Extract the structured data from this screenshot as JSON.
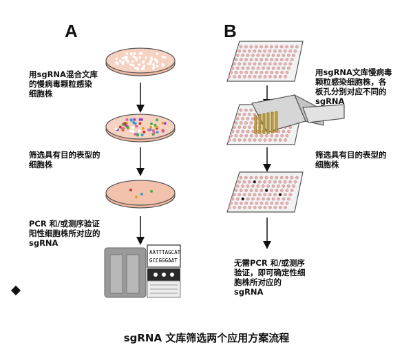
{
  "panels": {
    "a": {
      "label": "A",
      "steps": [
        "用sgRNA混合文库\n的慢病毒颗粒感染\n细胞株",
        "筛选具有目的表型的\n细胞株",
        "PCR 和/或测序验证\n阳性细胞株所对应的\nsgRNA"
      ],
      "sequence_lines": [
        "AATTTAGCAT",
        "GCCGGGAAT"
      ]
    },
    "b": {
      "label": "B",
      "steps": [
        "用sgRNA文库慢病毒\n颗粒感染细胞株，各\n板孔分别对应不同的\nsgRNA",
        "筛选具有目的表型的\n细胞株",
        "无需PCR 和/或测序\n验证，即可确定性细\n胞株所对应的\nsgRNA"
      ]
    }
  },
  "caption": "sgRNA 文库筛选两个应用方案流程",
  "colors": {
    "dish_fill": "#f0b8a0",
    "dish_inner": "#f6d2c2",
    "plate_fill": "#f2f2f2",
    "well_fill": "#e8b0b0",
    "sequencer_gray": "#9a9a9a",
    "arrow": "#111111"
  }
}
